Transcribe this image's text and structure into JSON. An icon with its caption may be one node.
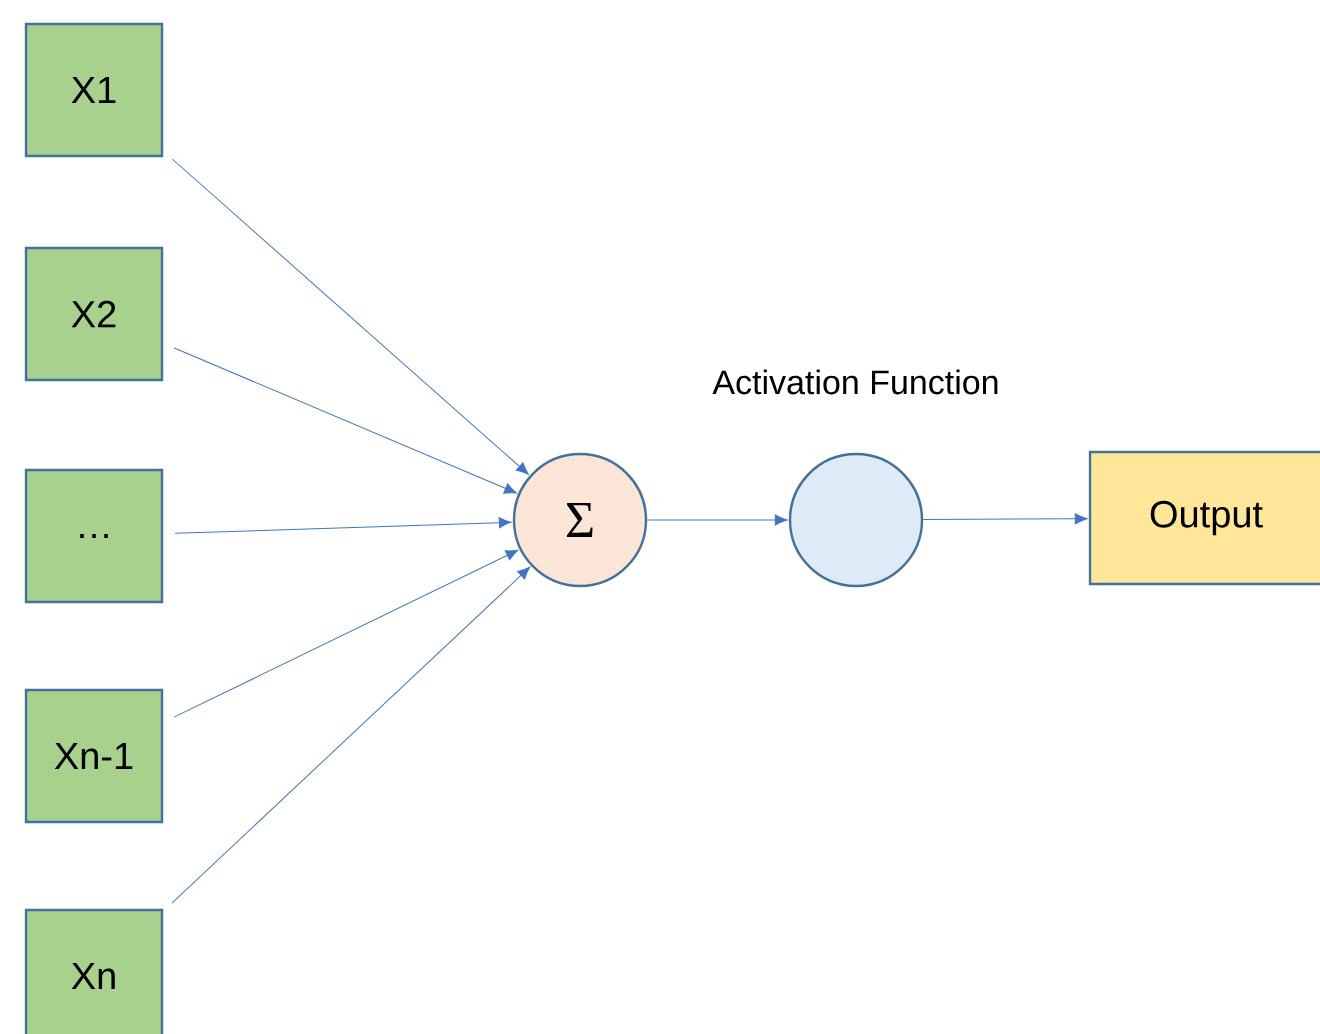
{
  "diagram": {
    "nodes": [
      {
        "text": [
          "X1"
        ]
      },
      {
        "text": [
          "X2"
        ]
      },
      {
        "text": [
          "…"
        ]
      },
      {
        "text": [
          "Xn-1"
        ]
      },
      {
        "text": [
          "Xn"
        ]
      },
      {
        "text": [
          "Σ"
        ]
      },
      {
        "text": [],
        "shape": "circle",
        "beside": [
          "Activation Function"
        ]
      },
      {
        "text": [
          "Output"
        ]
      }
    ],
    "edges": [
      {
        "from": 0,
        "to": 5,
        "arrow": "to"
      },
      {
        "from": 1,
        "to": 5,
        "arrow": "to"
      },
      {
        "from": 2,
        "to": 5,
        "arrow": "to"
      },
      {
        "from": 3,
        "to": 5,
        "arrow": "to"
      },
      {
        "from": 4,
        "to": 5,
        "arrow": "to"
      },
      {
        "from": 5,
        "to": 6,
        "arrow": "to"
      },
      {
        "from": 6,
        "to": 7,
        "arrow": "to"
      }
    ]
  }
}
